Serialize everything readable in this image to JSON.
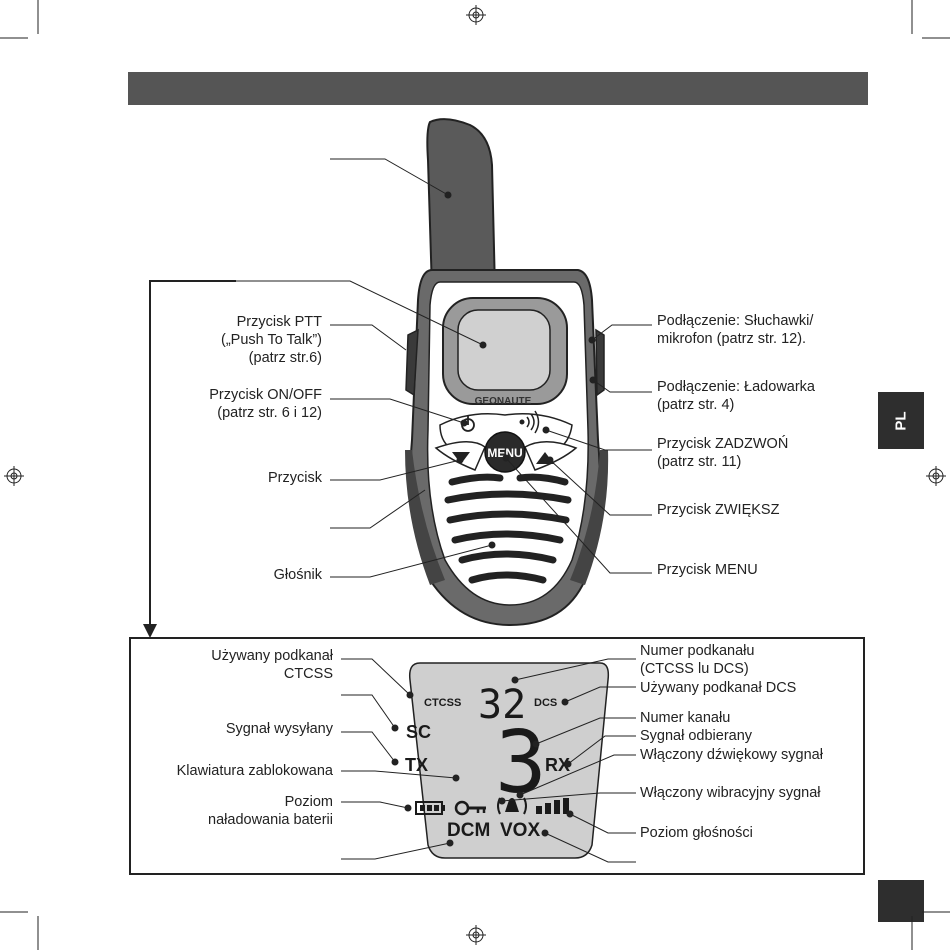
{
  "side_tab": "PL",
  "brand": "GEONAUTE",
  "menu_button": "MENU",
  "labels_left": {
    "ptt": [
      "Przycisk PTT",
      "(„Push To Talk”)",
      "(patrz str.6)"
    ],
    "on_off": [
      "Przycisk ON/OFF",
      "(patrz str. 6 i 12)"
    ],
    "przycisk": "Przycisk",
    "speaker": "Głośnik"
  },
  "labels_right": {
    "headphones": [
      "Podłączenie: Słuchawki/",
      "mikrofon (patrz str. 12)."
    ],
    "charger": [
      "Podłączenie: Ładowarka",
      "(patrz str. 4)"
    ],
    "call": [
      "Przycisk ZADZWOŃ",
      "(patrz str. 11)"
    ],
    "up": "Przycisk ZWIĘKSZ",
    "menu": "Przycisk MENU"
  },
  "display_left": {
    "ctcss": [
      "Używany podkanał",
      "CTCSS"
    ],
    "tx": "Sygnał wysyłany",
    "lock": "Klawiatura zablokowana",
    "battery": [
      "Poziom",
      "naładowania baterii"
    ]
  },
  "display_right": {
    "subchannel": [
      "Numer podkanału",
      "(CTCSS lu DCS)"
    ],
    "dcs": "Używany podkanał DCS",
    "channel": "Numer kanału",
    "rx": "Sygnał odbierany",
    "sound": "Włączony dźwiękowy sygnał",
    "vibrate": "Włączony wibracyjny sygnał",
    "volume": "Poziom głośności"
  },
  "lcd": {
    "ctcss": "CTCSS",
    "dcs": "DCS",
    "subchannel_digits": "32",
    "channel_digit": "3",
    "sc": "SC",
    "tx": "TX",
    "rx": "RX",
    "dcm": "DCM",
    "vox": "VOX"
  }
}
